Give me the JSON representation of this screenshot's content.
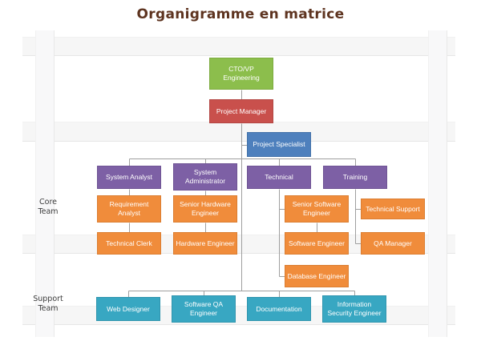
{
  "title": "Organigramme en matrice",
  "title_color": "#5e3420",
  "connector_color": "#9f9f9f",
  "colors": {
    "green": {
      "bg": "#8CBE4C",
      "border": "#7DAB3F"
    },
    "red": {
      "bg": "#C9504C",
      "border": "#B34744"
    },
    "blue": {
      "bg": "#4E80BD",
      "border": "#4372A9"
    },
    "purple": {
      "bg": "#7D60A5",
      "border": "#6F5494"
    },
    "orange": {
      "bg": "#F08C3B",
      "border": "#DB7E32"
    },
    "teal": {
      "bg": "#38A7C2",
      "border": "#3095AE"
    }
  },
  "lane_labels": [
    {
      "id": "core-team",
      "label": "Core Team"
    },
    {
      "id": "support-team",
      "label": "Support Team"
    }
  ],
  "nodes": [
    {
      "id": "cto",
      "label": "CTO/VP Engineering",
      "role": "green",
      "reports_to": null
    },
    {
      "id": "project-manager",
      "label": "Project Manager",
      "role": "red",
      "reports_to": "cto"
    },
    {
      "id": "project-specialist",
      "label": "Project Specialist",
      "role": "blue",
      "reports_to": "project-manager"
    },
    {
      "id": "system-analyst",
      "label": "System Analyst",
      "role": "purple",
      "reports_to": "project-manager"
    },
    {
      "id": "system-administrator",
      "label": "System Administrator",
      "role": "purple",
      "reports_to": "project-manager"
    },
    {
      "id": "technical",
      "label": "Technical",
      "role": "purple",
      "reports_to": "project-manager"
    },
    {
      "id": "training",
      "label": "Training",
      "role": "purple",
      "reports_to": "project-manager"
    },
    {
      "id": "requirement-analyst",
      "label": "Requirement Analyst",
      "role": "orange",
      "reports_to": "system-analyst"
    },
    {
      "id": "senior-hardware-engineer",
      "label": "Senior Hardware Engineer",
      "role": "orange",
      "reports_to": "system-administrator"
    },
    {
      "id": "senior-software-engineer",
      "label": "Senior Software Engineer",
      "role": "orange",
      "reports_to": "technical"
    },
    {
      "id": "technical-support",
      "label": "Technical Support",
      "role": "orange",
      "reports_to": "training"
    },
    {
      "id": "technical-clerk",
      "label": "Technical Clerk",
      "role": "orange",
      "reports_to": "requirement-analyst"
    },
    {
      "id": "hardware-engineer",
      "label": "Hardware Engineer",
      "role": "orange",
      "reports_to": "senior-hardware-engineer"
    },
    {
      "id": "software-engineer",
      "label": "Software Engineer",
      "role": "orange",
      "reports_to": "senior-software-engineer"
    },
    {
      "id": "qa-manager",
      "label": "QA Manager",
      "role": "orange",
      "reports_to": "training"
    },
    {
      "id": "database-engineer",
      "label": "Database Engineer",
      "role": "orange",
      "reports_to": "technical"
    },
    {
      "id": "web-designer",
      "label": "Web Designer",
      "role": "teal",
      "reports_to": "project-manager"
    },
    {
      "id": "software-qa-engineer",
      "label": "Software QA Engineer",
      "role": "teal",
      "reports_to": "project-manager"
    },
    {
      "id": "documentation",
      "label": "Documentation",
      "role": "teal",
      "reports_to": "project-manager"
    },
    {
      "id": "information-security-engineer",
      "label": "Information Security Engineer",
      "role": "teal",
      "reports_to": "project-manager"
    }
  ]
}
